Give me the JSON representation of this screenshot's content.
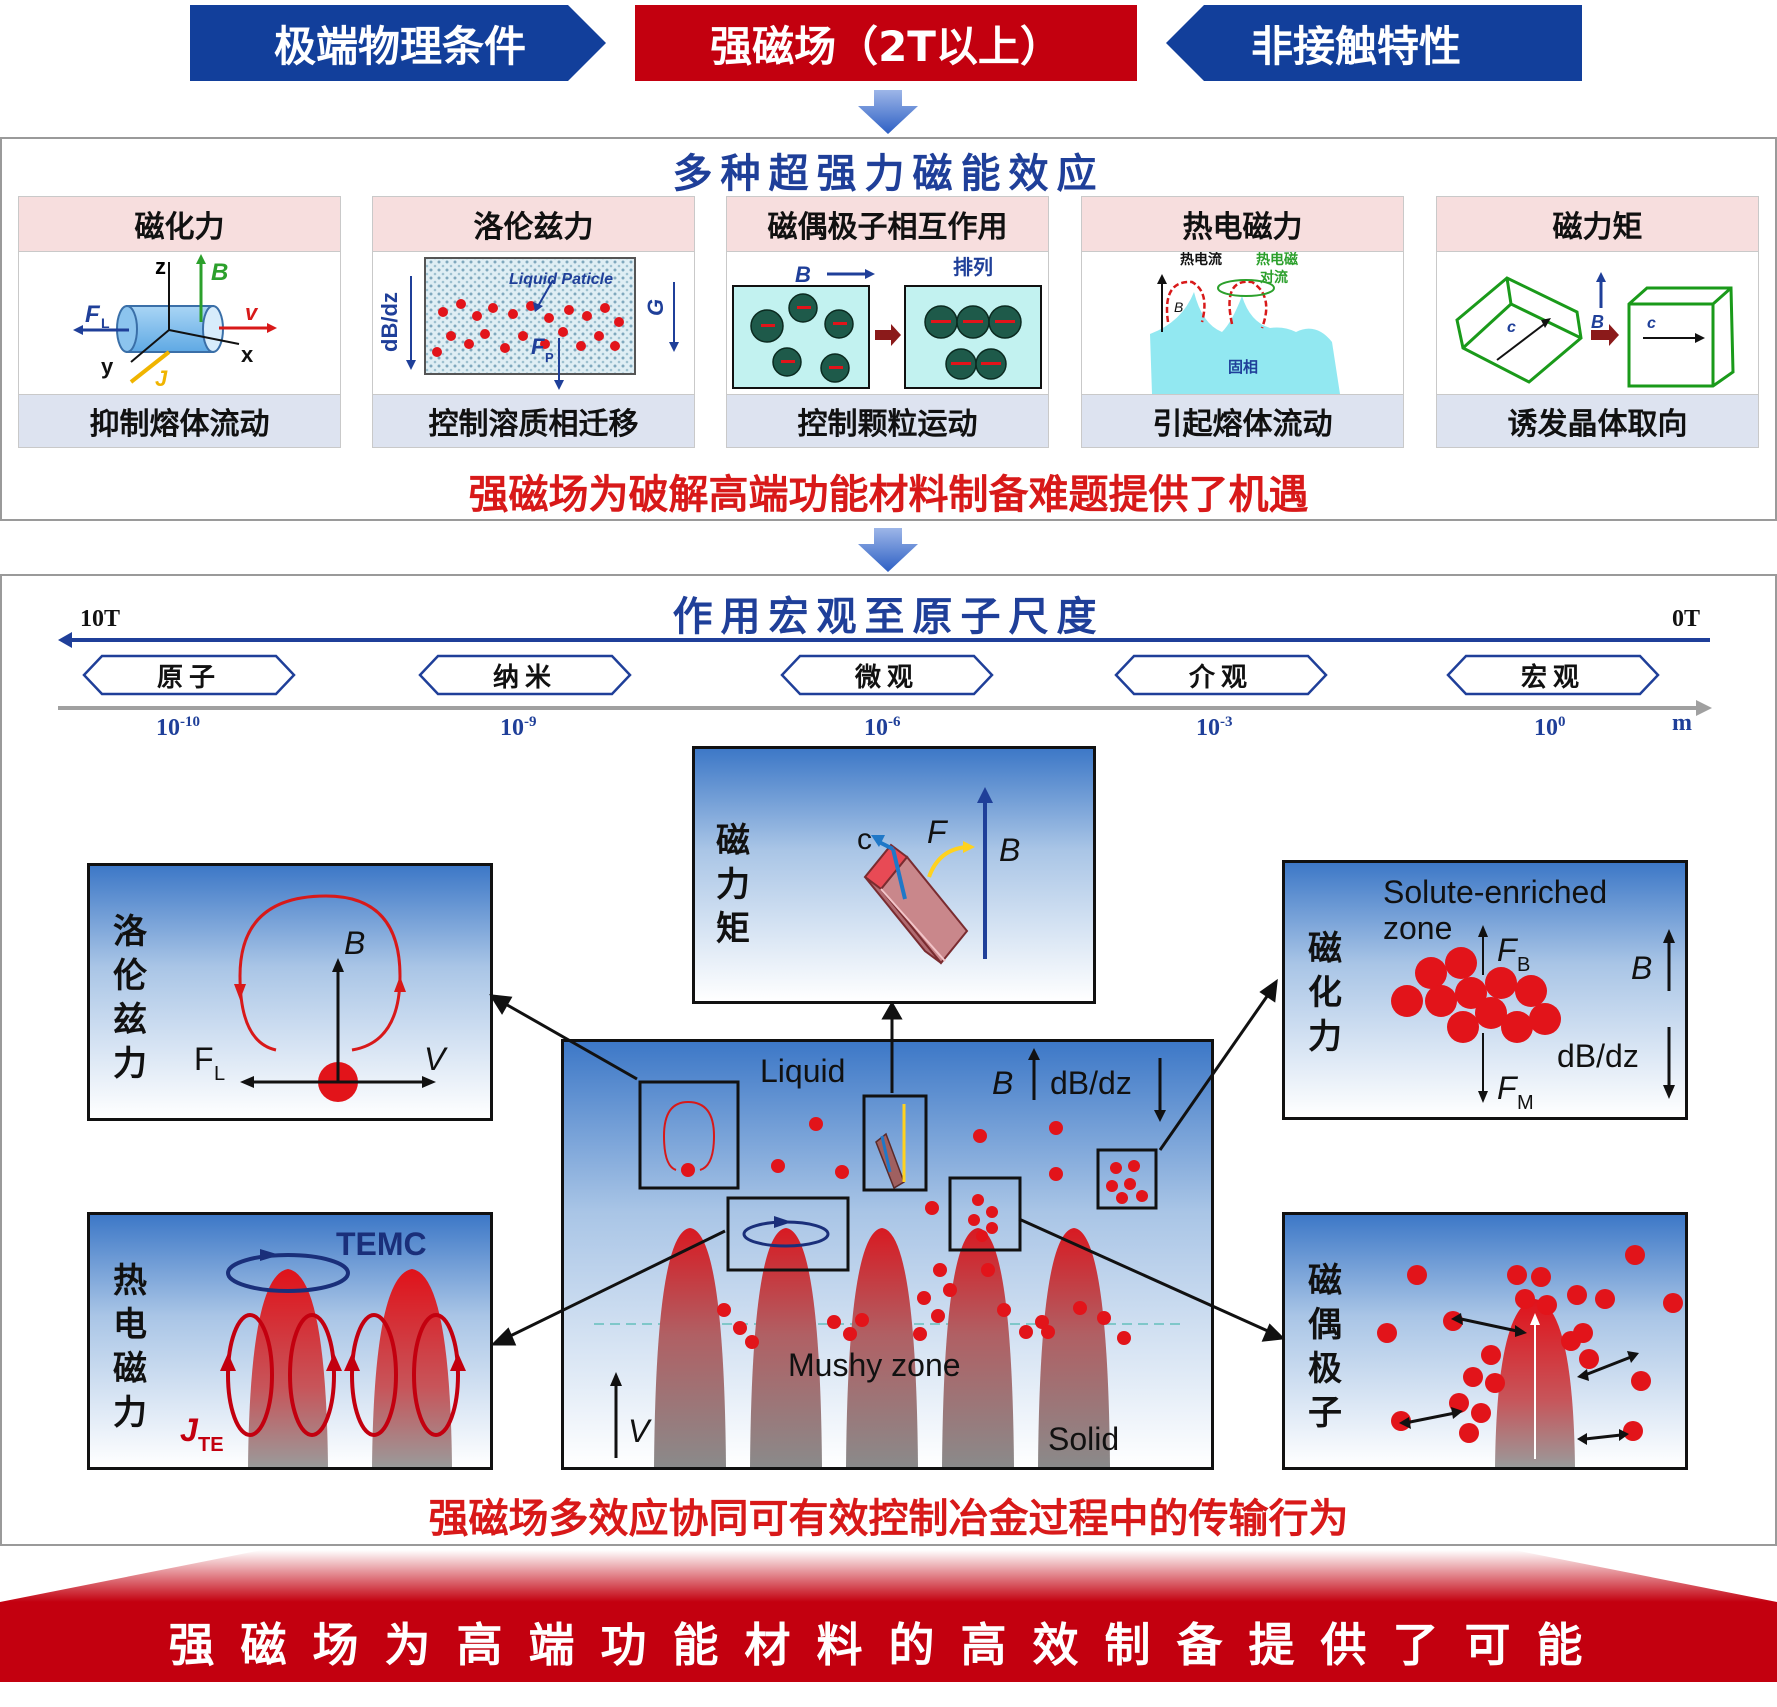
{
  "top_banners": {
    "left": "极端物理条件",
    "center": "强磁场（2T以上）",
    "right": "非接触特性"
  },
  "effects_section": {
    "title": "多种超强力磁能效应",
    "cards": [
      {
        "head": "磁化力",
        "foot": "抑制熔体流动"
      },
      {
        "head": "洛伦兹力",
        "foot": "控制溶质相迁移"
      },
      {
        "head": "磁偶极子相互作用",
        "foot": "控制颗粒运动"
      },
      {
        "head": "热电磁力",
        "foot": "引起熔体流动"
      },
      {
        "head": "磁力矩",
        "foot": "诱发晶体取向"
      }
    ],
    "card_labels": {
      "axis_z": "z",
      "axis_B": "B",
      "axis_FL": "F",
      "axis_FL_sub": "L",
      "axis_v": "v",
      "axis_y": "y",
      "axis_x": "x",
      "axis_J": "J",
      "liquid_particle": "Liquid Paticle",
      "dBdz": "dB/dz",
      "G": "G",
      "Fp": "F",
      "Fp_sub": "P",
      "dipole_B": "B",
      "dipole_align": "排列",
      "te_current": "热电流",
      "te_convection_1": "热电磁",
      "te_convection_2": "对流",
      "te_B": "B",
      "te_solid": "固相",
      "torque_c1": "c",
      "torque_B": "B",
      "torque_c2": "c"
    },
    "conclusion": "强磁场为破解高端功能材料制备难题提供了机遇"
  },
  "scale_section": {
    "title": "作用宏观至原子尺度",
    "field_left": "10T",
    "field_right": "0T",
    "scales": [
      "原子",
      "纳米",
      "微观",
      "介观",
      "宏观"
    ],
    "ticks": [
      {
        "base": "10",
        "exp": "-10"
      },
      {
        "base": "10",
        "exp": "-9"
      },
      {
        "base": "10",
        "exp": "-6"
      },
      {
        "base": "10",
        "exp": "-3"
      },
      {
        "base": "10",
        "exp": "0"
      }
    ],
    "unit": "m"
  },
  "panels": {
    "torque": {
      "label": [
        "磁",
        "力",
        "矩"
      ],
      "c": "c",
      "F": "F",
      "B": "B"
    },
    "lorentz": {
      "label": [
        "洛",
        "伦",
        "兹",
        "力"
      ],
      "B": "B",
      "FL": "F",
      "FL_sub": "L",
      "V": "V"
    },
    "magnetization": {
      "label": [
        "磁",
        "化",
        "力"
      ],
      "zone1": "Solute-enriched",
      "zone2": "zone",
      "FB": "F",
      "FB_sub": "B",
      "FM": "F",
      "FM_sub": "M",
      "B": "B",
      "dBdz": "dB/dz"
    },
    "thermoelectric": {
      "label": [
        "热",
        "电",
        "磁",
        "力"
      ],
      "temc": "TEMC",
      "jte": "J",
      "jte_sub": "TE"
    },
    "dipole": {
      "label": [
        "磁",
        "偶",
        "极",
        "子"
      ]
    },
    "center": {
      "liquid": "Liquid",
      "B": "B",
      "dBdz": "dB/dz",
      "mushy": "Mushy zone",
      "solid": "Solid",
      "V": "V"
    }
  },
  "synergy": "强磁场多效应协同可有效控制冶金过程中的传输行为",
  "bottom_banner": "强磁场为高端功能材料的高效制备提供了可能",
  "colors": {
    "navy": "#123f9b",
    "red": "#c3000f",
    "title_blue": "#1f3f99",
    "accent_red": "#d81919"
  }
}
